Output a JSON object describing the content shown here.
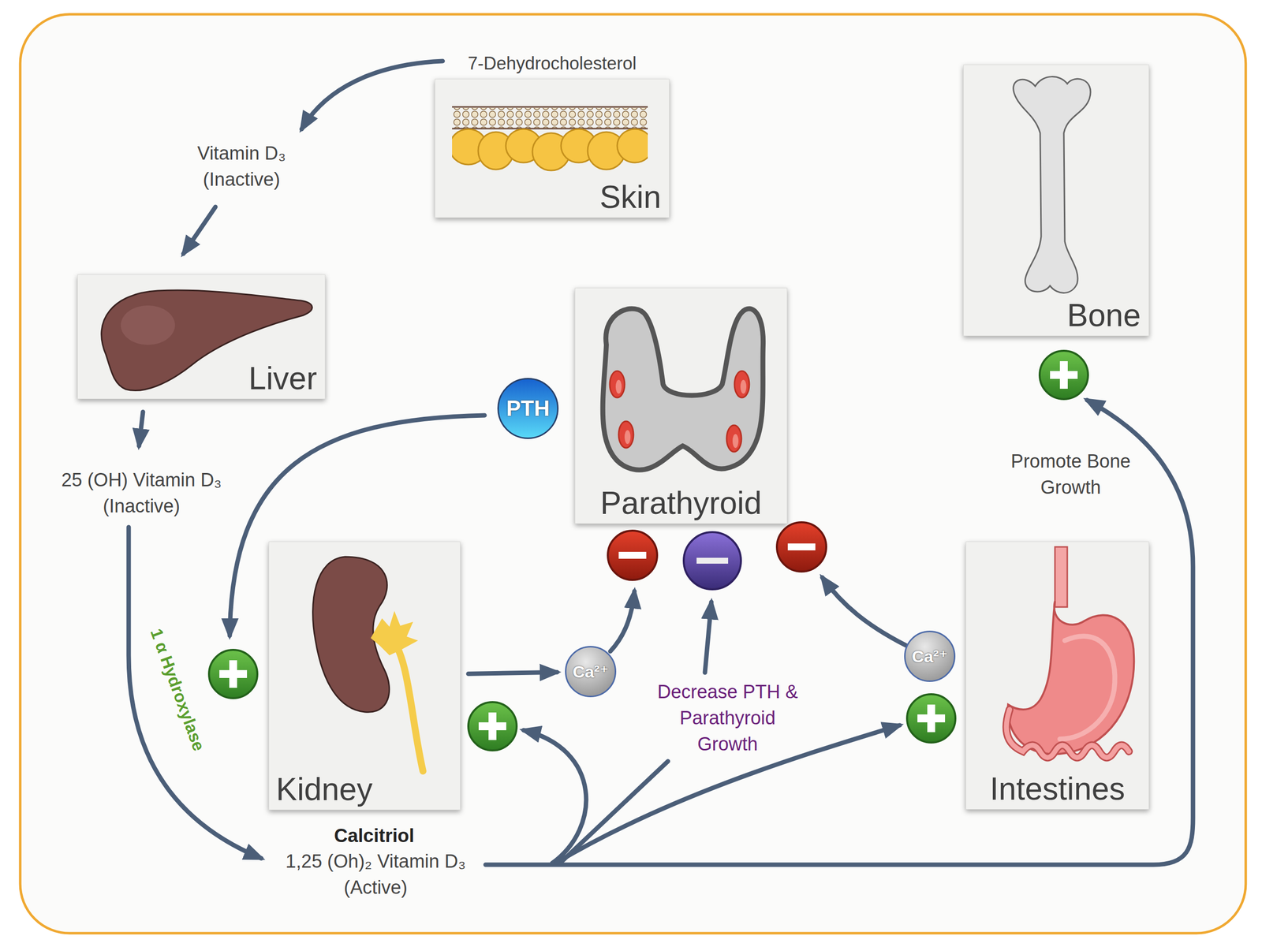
{
  "diagram": {
    "nodes": [
      {
        "text": [
          "Skin"
        ]
      },
      {
        "text": [
          "Bone"
        ]
      },
      {
        "text": [
          "Liver"
        ]
      },
      {
        "text": [
          "Parathyroid"
        ]
      },
      {
        "text": [
          "PTH"
        ]
      },
      {
        "text": [
          "Kidney"
        ]
      },
      {
        "text": [
          "Ca²⁺"
        ]
      },
      {
        "text": [
          "Intestines"
        ]
      },
      {
        "text": [
          "Ca²⁺"
        ]
      }
    ],
    "edges": [
      {
        "from": 5,
        "to": 6,
        "arrow": "to"
      }
    ],
    "labels": [
      "7-Dehydrocholesterol",
      "Vitamin D₃ (Inactive)",
      "25 (OH) Vitamin D₃ (Inactive)",
      "1 α Hydroxylase",
      "Calcitriol",
      "1,25 (Oh)₂ Vitamin D₃ (Active)",
      "Decrease PTH & Parathyroid Growth",
      "Promote Bone Growth"
    ]
  }
}
